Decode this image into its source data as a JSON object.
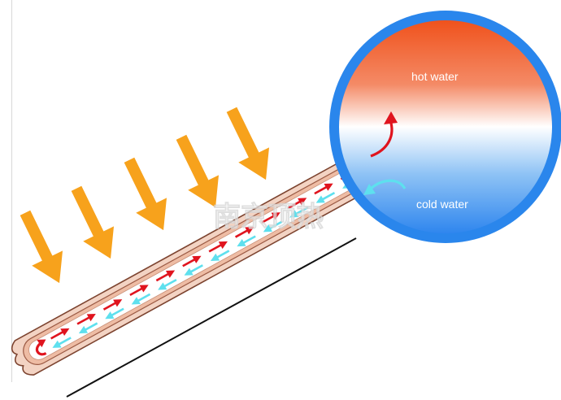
{
  "labels": {
    "hot_water": "hot water",
    "cold_water": "cold water"
  },
  "watermark": "南京顶热",
  "colors": {
    "sun_arrow": "#f7a21c",
    "hot_flow": "#e0141e",
    "cold_flow": "#5ee0ee",
    "tank_border": "#2a86ec",
    "tank_hot": "#f05a2a",
    "tank_cold": "#3a8ff0",
    "tube_outer": "#f1c7b2",
    "tube_stroke": "#8a4a36"
  },
  "icons": {
    "sunlight": "arrow-down-right-icon",
    "flow": "arrow-icon",
    "return_curve": "curved-arrow-icon"
  }
}
